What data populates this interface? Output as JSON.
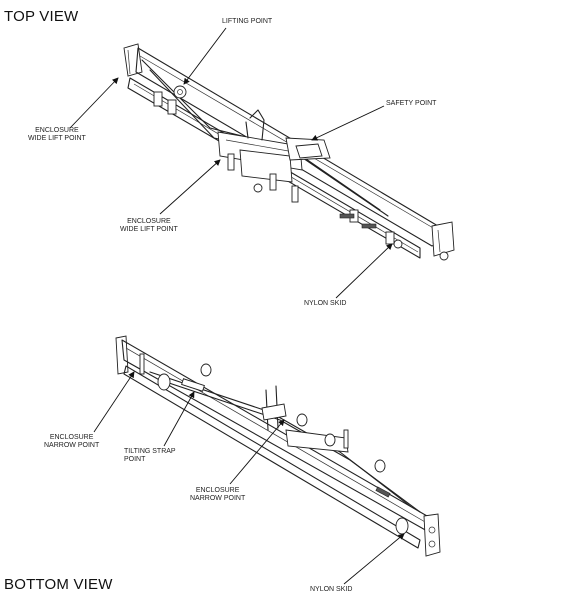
{
  "views": {
    "top": {
      "title": "TOP VIEW"
    },
    "bottom": {
      "title": "BOTTOM VIEW"
    }
  },
  "callouts": {
    "lifting_point": "LIFTING POINT",
    "safety_point": "SAFETY POINT",
    "enclosure_wide_lift_point_1": [
      "ENCLOSURE",
      "WIDE LIFT POINT"
    ],
    "enclosure_wide_lift_point_2": [
      "ENCLOSURE",
      "WIDE LIFT POINT"
    ],
    "nylon_skid_top": "NYLON SKID",
    "enclosure_narrow_point_1": [
      "ENCLOSURE",
      "NARROW POINT"
    ],
    "tilting_strap_point": [
      "TILTING STRAP",
      "POINT"
    ],
    "enclosure_narrow_point_2": [
      "ENCLOSURE",
      "NARROW POINT"
    ],
    "nylon_skid_bottom": "NYLON SKID"
  }
}
